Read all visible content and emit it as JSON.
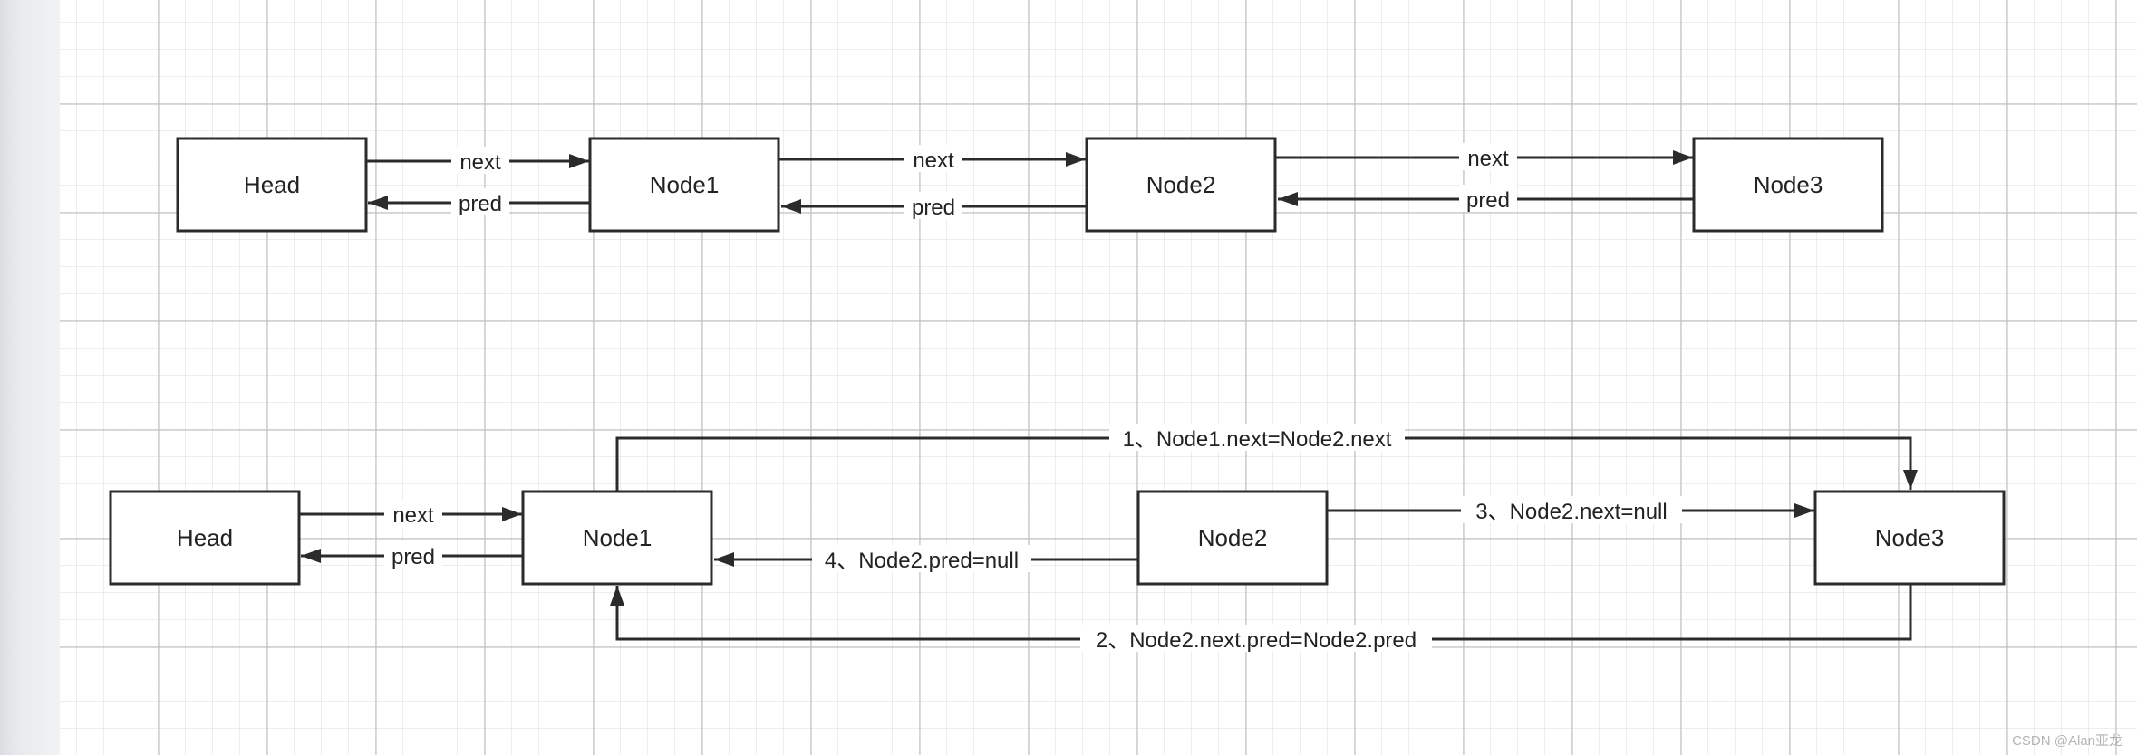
{
  "diagram_top": {
    "nodes": [
      {
        "id": "head",
        "label": "Head"
      },
      {
        "id": "node1",
        "label": "Node1"
      },
      {
        "id": "node2",
        "label": "Node2"
      },
      {
        "id": "node3",
        "label": "Node3"
      }
    ],
    "edges": [
      {
        "from": "head",
        "to": "node1",
        "label": "next"
      },
      {
        "from": "node1",
        "to": "head",
        "label": "pred"
      },
      {
        "from": "node1",
        "to": "node2",
        "label": "next"
      },
      {
        "from": "node2",
        "to": "node1",
        "label": "pred"
      },
      {
        "from": "node2",
        "to": "node3",
        "label": "next"
      },
      {
        "from": "node3",
        "to": "node2",
        "label": "pred"
      }
    ]
  },
  "diagram_bottom": {
    "nodes": [
      {
        "id": "head",
        "label": "Head"
      },
      {
        "id": "node1",
        "label": "Node1"
      },
      {
        "id": "node2",
        "label": "Node2"
      },
      {
        "id": "node3",
        "label": "Node3"
      }
    ],
    "edges": [
      {
        "from": "head",
        "to": "node1",
        "label": "next"
      },
      {
        "from": "node1",
        "to": "head",
        "label": "pred"
      },
      {
        "from": "node1",
        "to": "node3",
        "label": "1、Node1.next=Node2.next"
      },
      {
        "from": "node3",
        "to": "node1",
        "label": "2、Node2.next.pred=Node2.pred"
      },
      {
        "from": "node2",
        "to": "node3",
        "label": "3、Node2.next=null"
      },
      {
        "from": "node2",
        "to": "node1",
        "label": "4、Node2.pred=null"
      }
    ]
  },
  "watermark": "CSDN @Alan亚龙"
}
